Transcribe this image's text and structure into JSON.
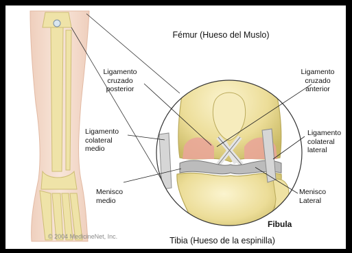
{
  "labels": {
    "femur": "Fémur (Hueso del Muslo)",
    "lig_cruzado_posterior": [
      "Ligamento",
      "cruzado",
      "posterior"
    ],
    "lig_cruzado_anterior": [
      "Ligamento",
      "cruzado",
      "anterior"
    ],
    "lig_colateral_medio": [
      "Ligamento",
      "colateral",
      "medio"
    ],
    "lig_colateral_lateral": [
      "Ligamento",
      "colateral",
      "lateral"
    ],
    "menisco_medio": [
      "Menisco",
      "medio"
    ],
    "menisco_lateral": [
      "Menisco",
      "Lateral"
    ],
    "fibula": "Fibula",
    "tibia": "Tibia (Hueso de la espinilla)"
  },
  "copyright": "© 2004 MedicineNet, Inc.",
  "colors": {
    "frame": "#000000",
    "skin": "#f3d9c8",
    "bone": "#efe3a4",
    "bone_shadow": "#cbbd6e",
    "cartilage": "#e8a496",
    "ligament": "#bfbfbf"
  }
}
